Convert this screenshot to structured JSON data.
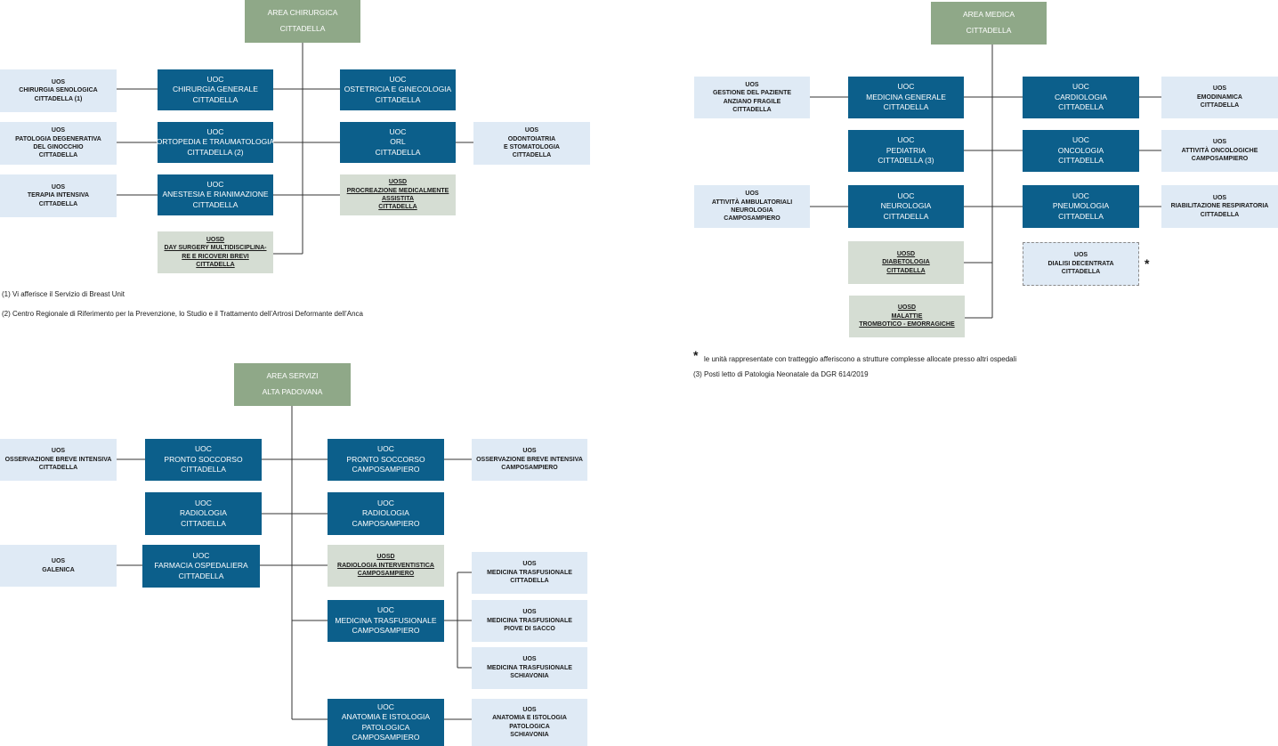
{
  "areas": {
    "chirurgica": [
      "AREA CHIRURGICA",
      "CITTADELLA"
    ],
    "medica": [
      "AREA MEDICA",
      "CITTADELLA"
    ],
    "servizi": [
      "AREA SERVIZI",
      "ALTA PADOVANA"
    ]
  },
  "units": {
    "c_uos_senologica": [
      "UOS",
      "CHIRURGIA SENOLOGICA",
      "CITTADELLA (1)"
    ],
    "c_uoc_chirurgia": [
      "UOC",
      "CHIRURGIA GENERALE",
      "CITTADELLA"
    ],
    "c_uoc_ostetricia": [
      "UOC",
      "OSTETRICIA E GINECOLOGIA",
      "CITTADELLA"
    ],
    "c_uos_patologia": [
      "UOS",
      "PATOLOGIA DEGENERATIVA",
      "DEL GINOCCHIO",
      "CITTADELLA"
    ],
    "c_uoc_ortopedia": [
      "UOC",
      "ORTOPEDIA E TRAUMATOLOGIA",
      "CITTADELLA (2)"
    ],
    "c_uoc_orl": [
      "UOC",
      "ORL",
      "CITTADELLA"
    ],
    "c_uos_odontoiatria": [
      "UOS",
      "ODONTOIATRIA",
      "E STOMATOLOGIA",
      "CITTADELLA"
    ],
    "c_uos_terapia": [
      "UOS",
      "TERAPIA INTENSIVA",
      "CITTADELLA"
    ],
    "c_uoc_anestesia": [
      "UOC",
      "ANESTESIA E RIANIMAZIONE",
      "CITTADELLA"
    ],
    "c_uosd_procreazione": [
      "UOSD",
      "PROCREAZIONE MEDICALMENTE",
      "ASSISTITA",
      "CITTADELLA"
    ],
    "c_uosd_daysurgery": [
      "UOSD",
      "DAY SURGERY  MULTIDISCIPLINA-",
      "RE E RICOVERI BREVI",
      "CITTADELLA"
    ],
    "m_uos_gestione": [
      "UOS",
      "GESTIONE DEL PAZIENTE",
      "ANZIANO FRAGILE",
      "CITTADELLA"
    ],
    "m_uoc_medicina": [
      "UOC",
      "MEDICINA GENERALE",
      "CITTADELLA"
    ],
    "m_uoc_cardiologia": [
      "UOC",
      "CARDIOLOGIA",
      "CITTADELLA"
    ],
    "m_uos_emodinamica": [
      "UOS",
      "EMODINAMICA",
      "CITTADELLA"
    ],
    "m_uoc_pediatria": [
      "UOC",
      "PEDIATRIA",
      "CITTADELLA (3)"
    ],
    "m_uoc_oncologia": [
      "UOC",
      "ONCOLOGIA",
      "CITTADELLA"
    ],
    "m_uos_attivita_onc": [
      "UOS",
      "ATTIVITÀ ONCOLOGICHE",
      "CAMPOSAMPIERO"
    ],
    "m_uos_attivita_amb": [
      "UOS",
      "ATTIVITÀ  AMBULATORIALI",
      "NEUROLOGIA",
      "CAMPOSAMPIERO"
    ],
    "m_uoc_neurologia": [
      "UOC",
      "NEUROLOGIA",
      "CITTADELLA"
    ],
    "m_uoc_pneumologia": [
      "UOC",
      "PNEUMOLOGIA",
      "CITTADELLA"
    ],
    "m_uos_riabilitazione": [
      "UOS",
      "RIABILITAZIONE RESPIRATORIA",
      "CITTADELLA"
    ],
    "m_uosd_diabetologia": [
      "UOSD",
      "DIABETOLOGIA",
      "CITTADELLA"
    ],
    "m_uos_dialisi": [
      "UOS",
      "DIALISI DECENTRATA",
      "CITTADELLA"
    ],
    "m_uosd_malattie": [
      "UOSD",
      "MALATTIE",
      "TROMBOTICO - EMORRAGICHE"
    ],
    "s_uos_obi_citt": [
      "UOS",
      "OSSERVAZIONE BREVE INTENSIVA",
      "CITTADELLA"
    ],
    "s_uoc_ps_citt": [
      "UOC",
      "PRONTO SOCCORSO",
      "CITTADELLA"
    ],
    "s_uoc_ps_camp": [
      "UOC",
      "PRONTO SOCCORSO",
      "CAMPOSAMPIERO"
    ],
    "s_uos_obi_camp": [
      "UOS",
      "OSSERVAZIONE BREVE INTENSIVA",
      "CAMPOSAMPIERO"
    ],
    "s_uoc_rad_citt": [
      "UOC",
      "RADIOLOGIA",
      "CITTADELLA"
    ],
    "s_uoc_rad_camp": [
      "UOC",
      "RADIOLOGIA",
      "CAMPOSAMPIERO"
    ],
    "s_uos_galenica": [
      "UOS",
      "GALENICA"
    ],
    "s_uoc_farmacia": [
      "UOC",
      "FARMACIA OSPEDALIERA",
      "CITTADELLA"
    ],
    "s_uosd_radint": [
      "UOSD",
      "RADIOLOGIA INTERVENTISTICA",
      "CAMPOSAMPIERO"
    ],
    "s_uos_medtras_citt": [
      "UOS",
      "MEDICINA TRASFUSIONALE",
      "CITTADELLA"
    ],
    "s_uoc_medtras": [
      "UOC",
      "MEDICINA TRASFUSIONALE",
      "CAMPOSAMPIERO"
    ],
    "s_uos_medtras_piove": [
      "UOS",
      "MEDICINA TRASFUSIONALE",
      "PIOVE DI SACCO"
    ],
    "s_uos_medtras_schiav": [
      "UOS",
      "MEDICINA TRASFUSIONALE",
      "SCHIAVONIA"
    ],
    "s_uoc_anatomia": [
      "UOC",
      "ANATOMIA E ISTOLOGIA",
      "PATOLOGICA",
      "CAMPOSAMPIERO"
    ],
    "s_uos_anatomia": [
      "UOS",
      "ANATOMIA E ISTOLOGIA",
      "PATOLOGICA",
      "SCHIAVONIA"
    ]
  },
  "notes": {
    "note1": "(1) Vi afferisce il Servizio di Breast Unit",
    "note2": "(2) Centro Regionale di Riferimento per la Prevenzione, lo Studio e il Trattamento dell’Artrosi Deformante dell’Anca",
    "star_note": "le unità rappresentate con tratteggio afferiscono a strutture complesse allocate presso altri ospedali",
    "note3": "(3) Posti letto di Patologia Neonatale da DGR 614/2019",
    "star_symbol": "*"
  },
  "colors": {
    "area": "#8fa888",
    "uoc": "#0c5f8b",
    "uos": "#dfeaf5",
    "uosd": "#d5ddd3",
    "line": "#333333"
  }
}
